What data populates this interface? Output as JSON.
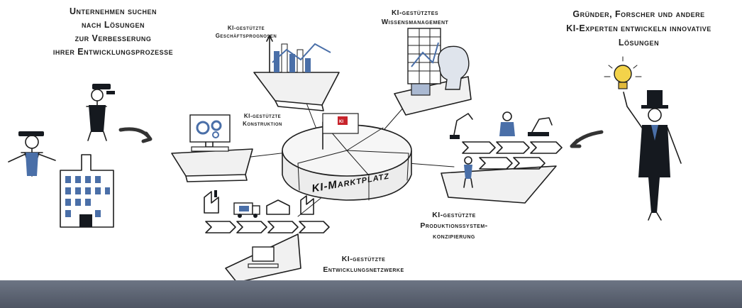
{
  "labels": {
    "top_left": [
      "Unternehmen suchen",
      "nach Lösungen",
      "zur Verbesserung",
      "ihrer Entwicklungsprozesse"
    ],
    "top_right": [
      "Gründer, Forscher und andere",
      "KI-Experten entwickeln innovative",
      "Lösungen"
    ],
    "business_forecasts": [
      "KI-gestützte",
      "Geschäftsprognosen"
    ],
    "knowledge_management": [
      "KI-gestütztes",
      "Wissensmanagement"
    ],
    "construction": [
      "KI-gestützte",
      "Konstruktion"
    ],
    "production_planning": [
      "KI-gestützte",
      "Produktionssystem-",
      "konzipierung"
    ],
    "networks": [
      "KI-gestützte",
      "Entwicklungsnetzwerke"
    ],
    "center": "KI-Marktplatz",
    "flag": "KI"
  },
  "colors": {
    "accent_blue": "#4a6fa8",
    "flag_red": "#c8242c",
    "bar": "#555d6b"
  }
}
